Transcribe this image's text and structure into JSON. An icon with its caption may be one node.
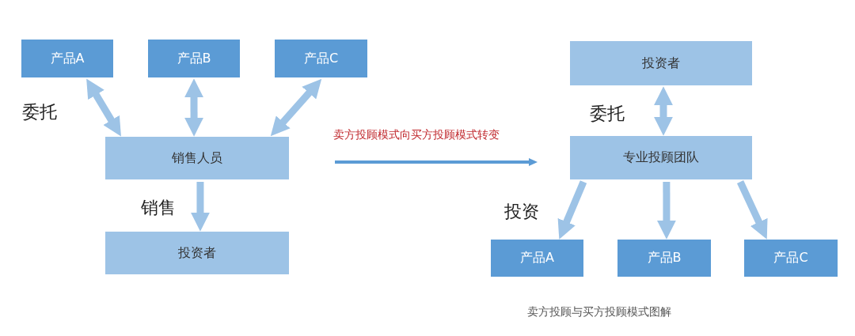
{
  "diagram": {
    "caption": "卖方投顾与买方投顾模式图解",
    "nodes": [
      {
        "text": [
          "产品A"
        ]
      },
      {
        "text": [
          "产品B"
        ]
      },
      {
        "text": [
          "产品C"
        ]
      },
      {
        "text": [
          "销售人员"
        ]
      },
      {
        "text": [
          "投资者"
        ]
      },
      {
        "text": [
          "投资者"
        ]
      },
      {
        "text": [
          "专业投顾团队"
        ]
      },
      {
        "text": [
          "产品A"
        ]
      },
      {
        "text": [
          "产品B"
        ]
      },
      {
        "text": [
          "产品C"
        ]
      }
    ],
    "edges": [
      {
        "from": 0,
        "to": 3,
        "arrow": "both",
        "label": "委托"
      },
      {
        "from": 1,
        "to": 3,
        "arrow": "both"
      },
      {
        "from": 2,
        "to": 3,
        "arrow": "both"
      },
      {
        "from": 3,
        "to": 4,
        "arrow": "to",
        "label": "销售"
      },
      {
        "from": 5,
        "to": 6,
        "arrow": "both",
        "label": "委托"
      },
      {
        "from": 6,
        "to": 7,
        "arrow": "to",
        "label": "投资"
      },
      {
        "from": 6,
        "to": 8,
        "arrow": "to"
      },
      {
        "from": 6,
        "to": 9,
        "arrow": "to"
      }
    ],
    "labels": [
      "卖方投顾模式向买方投顾模式转变"
    ]
  }
}
